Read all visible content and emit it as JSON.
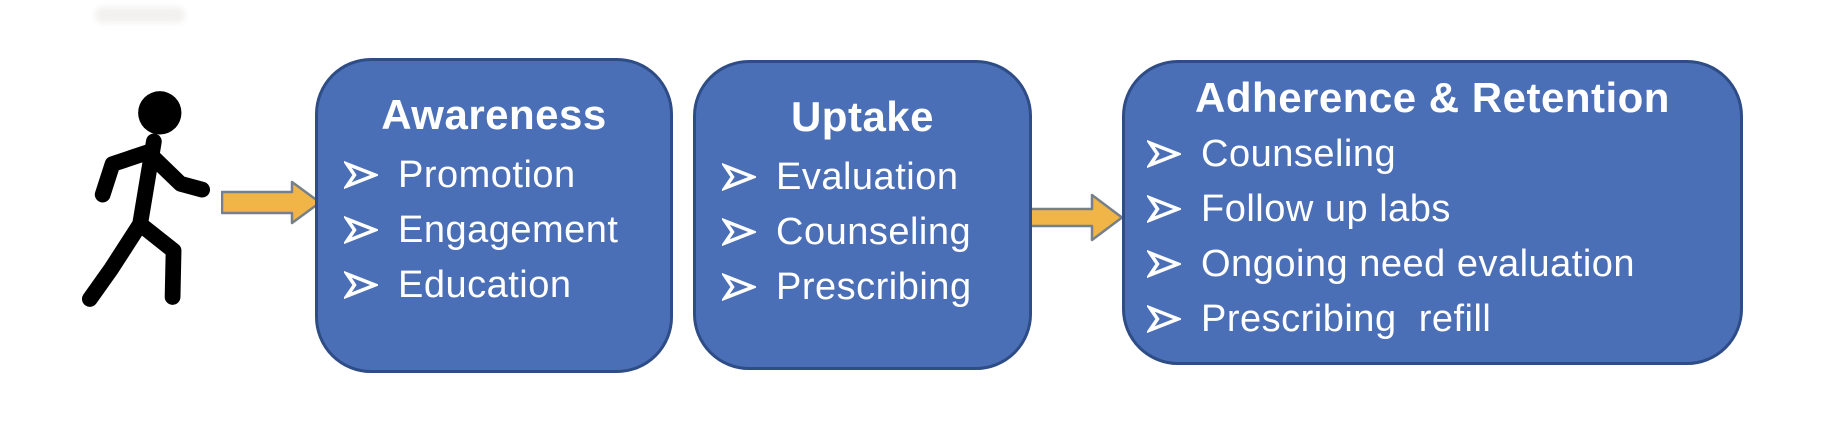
{
  "colors": {
    "background": "#ffffff",
    "box_fill": "#4b6fb6",
    "box_border": "#2e4c85",
    "text": "#ffffff",
    "arrow_fill": "#f0b546",
    "arrow_stroke": "#76808b",
    "person": "#000000"
  },
  "icons": {
    "person": "walking-person-icon",
    "bullet": "chevron-bullet-icon",
    "arrow": "right-block-arrow-icon"
  },
  "stages": [
    {
      "title": "Awareness",
      "items": [
        "Promotion",
        "Engagement",
        "Education"
      ]
    },
    {
      "title": "Uptake",
      "items": [
        "Evaluation",
        "Counseling",
        "Prescribing"
      ]
    },
    {
      "title": "Adherence & Retention",
      "items": [
        "Counseling",
        "Follow up labs",
        "Ongoing need evaluation",
        "Prescribing  refill"
      ]
    }
  ]
}
